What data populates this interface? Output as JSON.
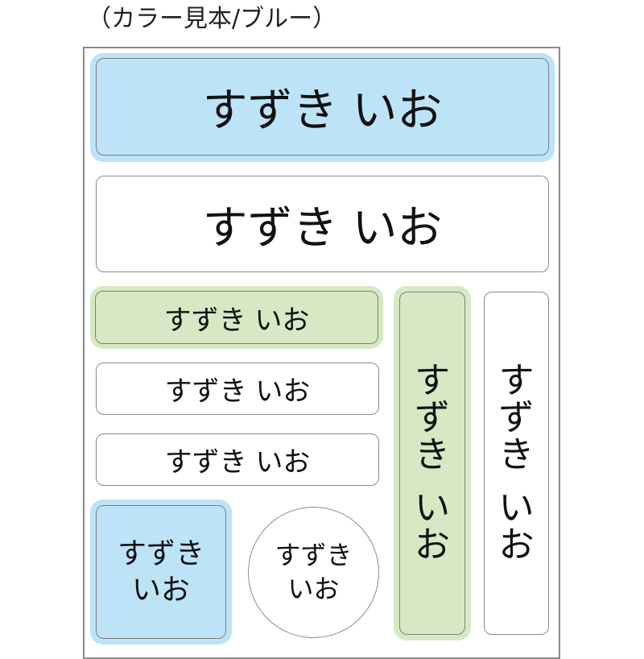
{
  "caption": "（カラー見本/ブルー）",
  "labels": {
    "large_blue": "すずき いお",
    "large_white": "すずき いお",
    "medium_green": "すずき いお",
    "medium_white_1": "すずき いお",
    "medium_white_2": "すずき いお",
    "square_blue_line1": "すずき",
    "square_blue_line2": "いお",
    "circle_line1": "すずき",
    "circle_line2": "いお",
    "vertical_green": [
      "す",
      "ず",
      "き",
      "",
      "い",
      "お"
    ],
    "vertical_white": [
      "す",
      "ず",
      "き",
      "",
      "い",
      "お"
    ]
  },
  "colors": {
    "blue": "#bde3f7",
    "green": "#d6e9c4",
    "white": "#ffffff"
  }
}
